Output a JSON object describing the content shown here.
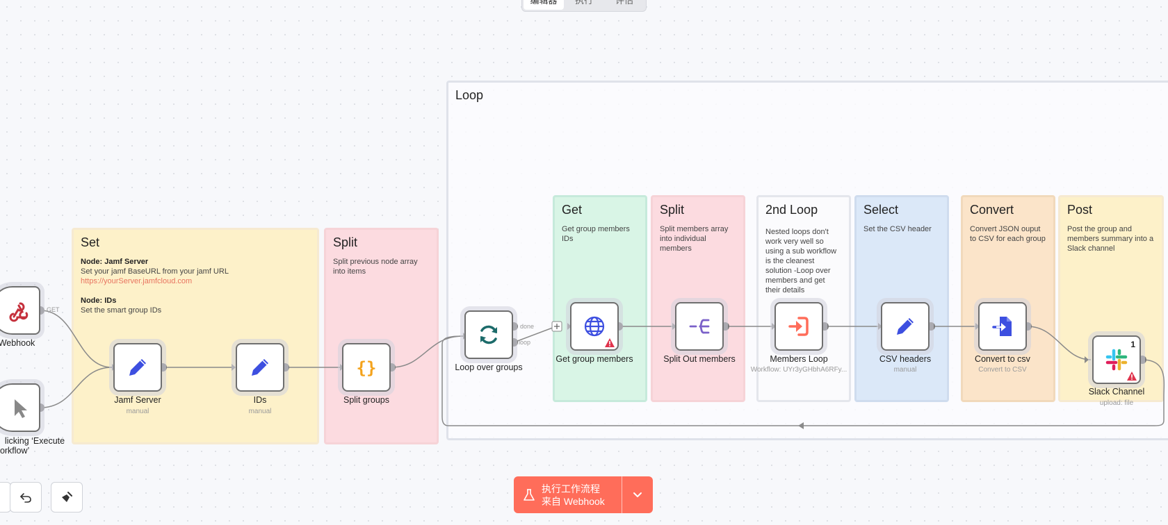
{
  "tabs": [
    "编辑器",
    "执行",
    "评估"
  ],
  "stickies": {
    "loop": {
      "title": "Loop"
    },
    "set": {
      "title": "Set",
      "node1_heading": "Node: Jamf Server",
      "node1_text": "Set your jamf BaseURL from your jamf URL",
      "node1_link": "https://yourServer.jamfcloud.com",
      "node2_heading": "Node: IDs",
      "node2_text": "Set the smart group IDs"
    },
    "split1": {
      "title": "Split",
      "body": "Split previous node array into items"
    },
    "get": {
      "title": "Get",
      "body": "Get group members IDs"
    },
    "split2": {
      "title": "Split",
      "body": "Split members array into individual members"
    },
    "second_loop": {
      "title": "2nd Loop",
      "body": "Nested loops don't work very well so using a sub workflow is the cleanest solution -Loop over members and get their details"
    },
    "select": {
      "title": "Select",
      "body": "Set the CSV header"
    },
    "convert": {
      "title": "Convert",
      "body": "Convert JSON ouput to CSV for each group"
    },
    "post": {
      "title": "Post",
      "body": "Post the group and members summary into a Slack channel"
    }
  },
  "nodes": {
    "webhook": {
      "label": "Webhook",
      "port": "GET"
    },
    "manual": {
      "label_line1": "licking ‘Execute",
      "label_line2": "vorkflow’"
    },
    "jamf_server": {
      "label": "Jamf Server",
      "sub": "manual"
    },
    "ids": {
      "label": "IDs",
      "sub": "manual"
    },
    "split_groups": {
      "label": "Split groups"
    },
    "loop_over_groups": {
      "label": "Loop over groups",
      "port_done": "done",
      "port_loop": "loop"
    },
    "get_group_members": {
      "label": "Get group members"
    },
    "split_out_members": {
      "label": "Split Out members"
    },
    "members_loop": {
      "label": "Members Loop",
      "sub": "Workflow: UYr3yGHbhA6RFy..."
    },
    "csv_headers": {
      "label": "CSV headers",
      "sub": "manual"
    },
    "convert_to_csv": {
      "label": "Convert to csv",
      "sub": "Convert to CSV"
    },
    "slack_channel": {
      "label": "Slack Channel",
      "sub": "upload: file",
      "badge": "1"
    }
  },
  "execute_button": {
    "line1": "执行工作流程",
    "line2": "来自 Webhook"
  },
  "icons": {
    "webhook": "webhook-icon",
    "manual": "cursor-icon",
    "set": "pencil-icon",
    "split": "braces-icon",
    "loop": "refresh-icon",
    "http": "globe-icon",
    "split_out": "split-out-icon",
    "execute_workflow": "sign-in-icon",
    "convert": "convert-file-icon",
    "slack": "slack-icon",
    "undo": "undo-icon",
    "clean": "broom-icon",
    "flask": "flask-icon",
    "chevron": "chevron-down-icon",
    "warning": "warning-icon"
  },
  "colors": {
    "accent": "#ff6d5a",
    "node_icon_blue": "#3d4fe0",
    "split_icon_orange": "#f4a31d",
    "loop_icon_teal": "#1c6b6a",
    "warning_red": "#e0334c"
  }
}
